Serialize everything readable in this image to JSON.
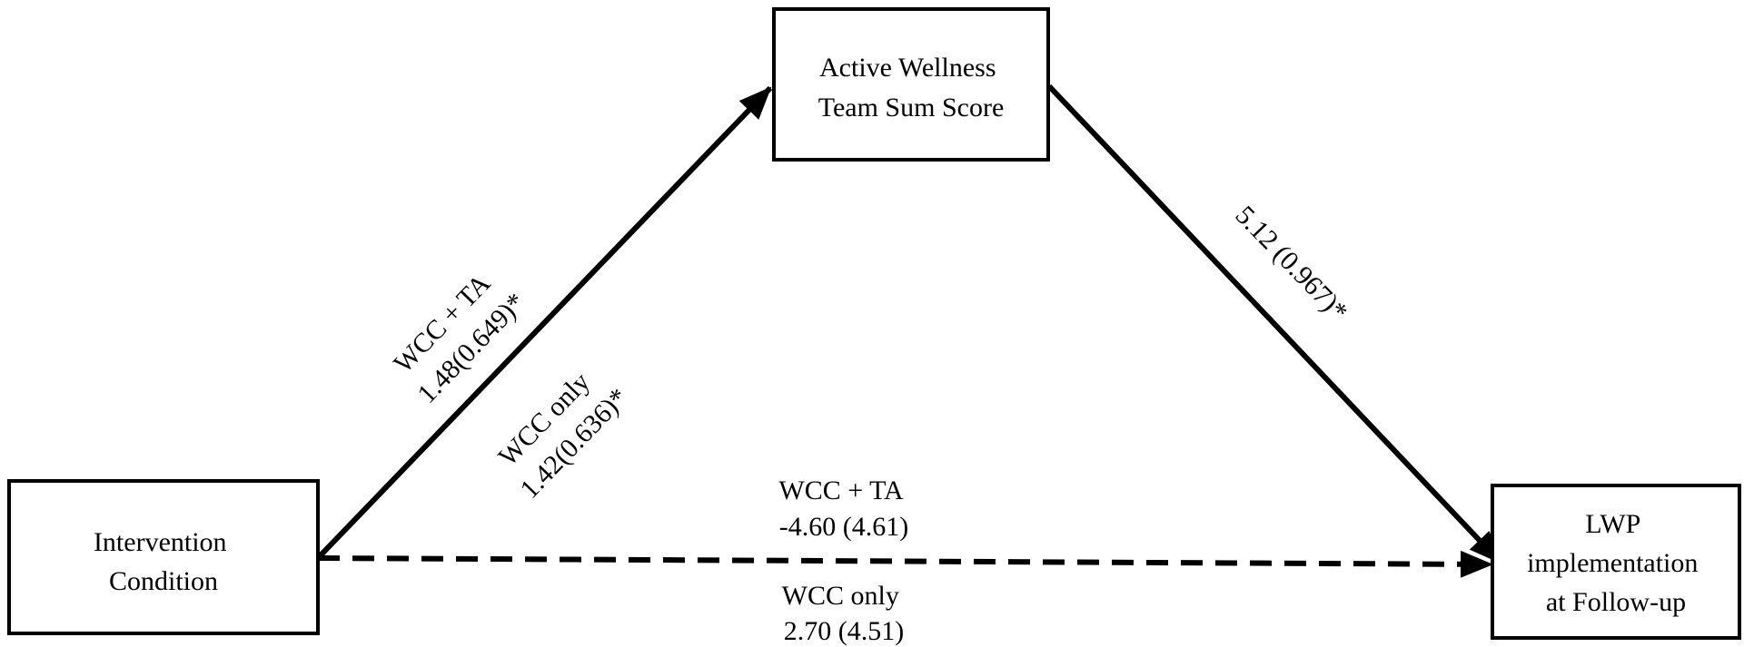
{
  "colors": {
    "stroke": "#000000",
    "background": "#ffffff"
  },
  "nodes": {
    "mediator": {
      "lines": [
        "Active Wellness",
        "Team Sum Score"
      ]
    },
    "predictor": {
      "lines": [
        "Intervention",
        "Condition"
      ]
    },
    "outcome": {
      "lines": [
        "LWP",
        "implementation",
        "at Follow-up"
      ]
    }
  },
  "edges": {
    "predictor_to_mediator": {
      "style": "solid",
      "labels": [
        {
          "group": "WCC + TA",
          "value": "1.48(0.649)*"
        },
        {
          "group": "WCC only",
          "value": "1.42(0.636)*"
        }
      ]
    },
    "mediator_to_outcome": {
      "style": "solid",
      "labels": [
        {
          "value": "5.12 (0.967)*"
        }
      ]
    },
    "predictor_to_outcome": {
      "style": "dashed",
      "labels": [
        {
          "group": "WCC + TA",
          "value": "-4.60 (4.61)"
        },
        {
          "group": "WCC only",
          "value": "2.70 (4.51)"
        }
      ]
    }
  }
}
